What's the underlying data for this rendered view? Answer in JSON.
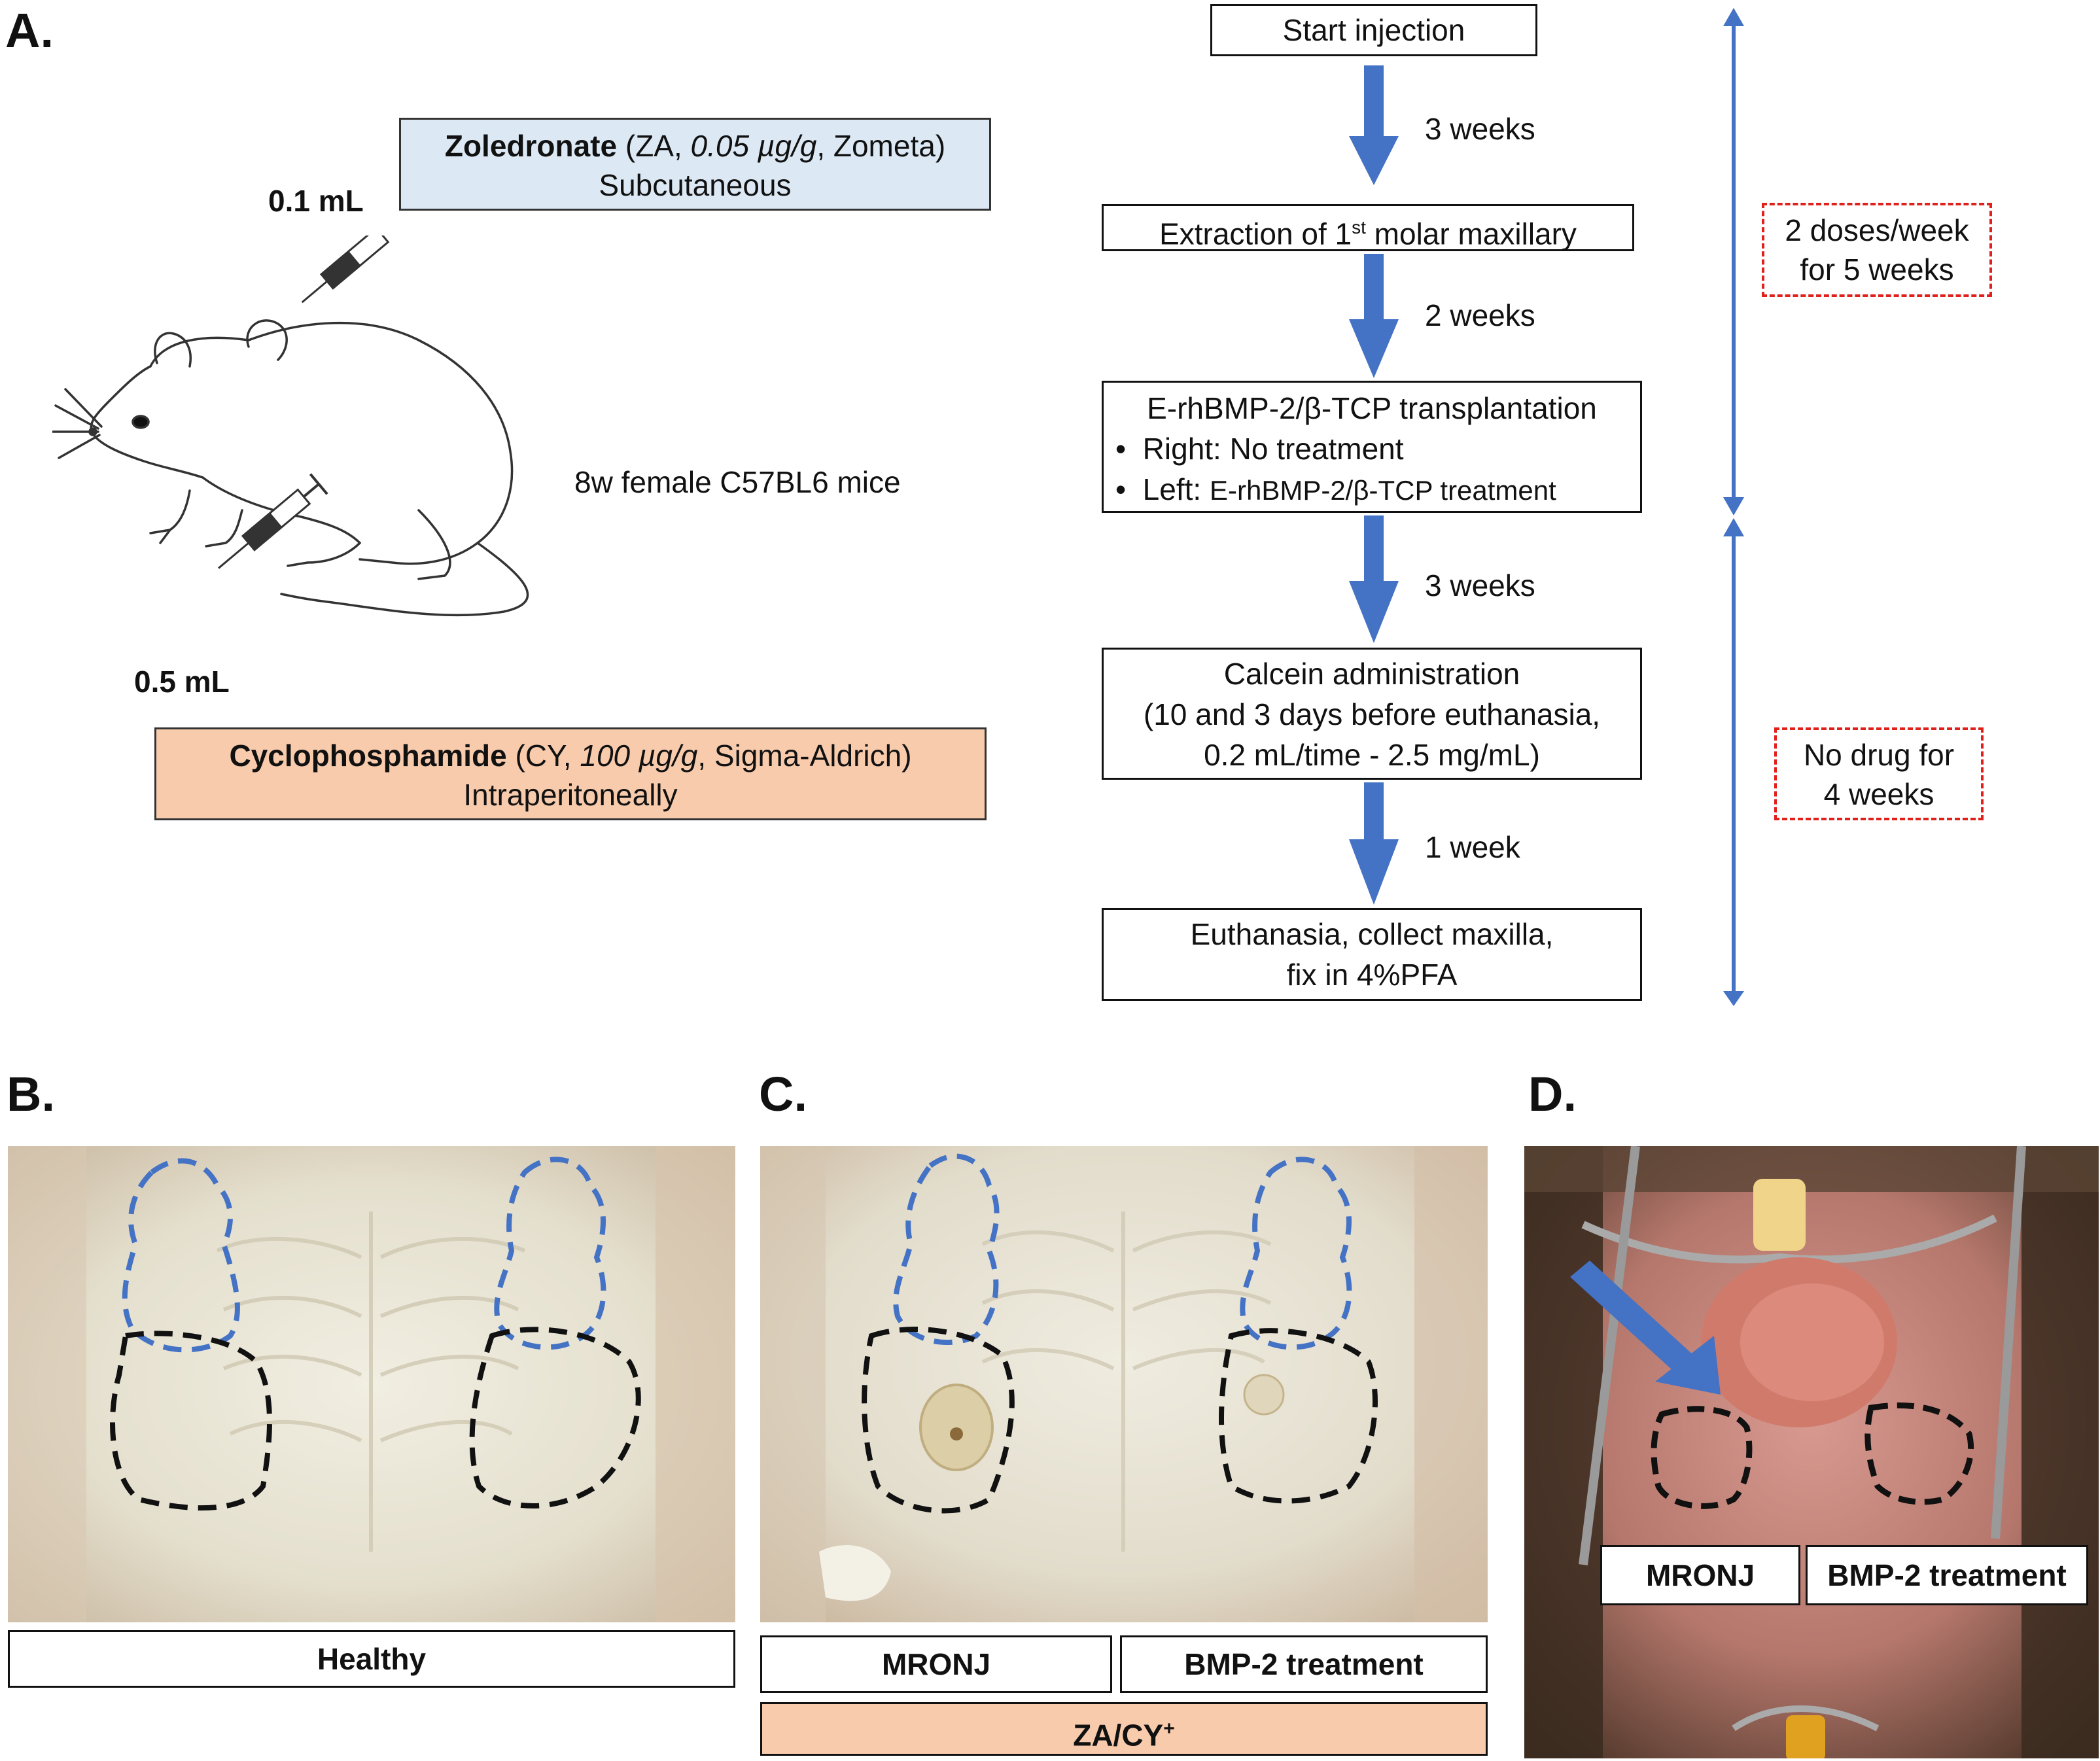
{
  "panels": {
    "a": "A.",
    "b": "B.",
    "c": "C.",
    "d": "D."
  },
  "mouse": {
    "dose_top": "0.1 mL",
    "dose_bottom": "0.5 mL",
    "label": "8w female C57BL6 mice"
  },
  "drugs": {
    "za": {
      "name": "Zoledronate",
      "detail_pre": " (ZA, ",
      "dose": "0.05 µg/g",
      "detail_post": ", Zometa)",
      "route": "Subcutaneous",
      "color": "#dce9f5"
    },
    "cy": {
      "name": "Cyclophosphamide",
      "detail_pre": " (CY, ",
      "dose": "100 µg/g",
      "detail_post": ", Sigma-Aldrich)",
      "route": "Intraperitoneally",
      "color": "#f8cbad"
    }
  },
  "timeline": {
    "step1": "Start injection",
    "interval1": "3 weeks",
    "step2_pre": "Extraction of 1",
    "step2_sup": "st",
    "step2_post": " molar maxillary",
    "interval2": "2 weeks",
    "step3_title": "E-rhBMP-2/β-TCP transplantation",
    "step3_bullet1": "Right: No treatment",
    "step3_bullet2_pre": "Left: ",
    "step3_bullet2_post": "E-rhBMP-2/β-TCP  treatment",
    "interval3": "3 weeks",
    "step4_line1": "Calcein administration",
    "step4_line2": "(10 and 3 days before euthanasia,",
    "step4_line3": "0.2 mL/time - 2.5 mg/mL)",
    "interval4": "1 week",
    "step5_line1": "Euthanasia, collect maxilla,",
    "step5_line2": "fix in 4%PFA",
    "arrow_color": "#4472c4"
  },
  "phases": {
    "dosing_line1": "2 doses/week",
    "dosing_line2": "for 5 weeks",
    "nodrug_line1": "No drug for",
    "nodrug_line2": "4 weeks",
    "dash_color": "#e0201b"
  },
  "labels": {
    "b_healthy": "Healthy",
    "c_mronj": "MRONJ",
    "c_bmp": "BMP-2 treatment",
    "c_group": "ZA/CY",
    "c_group_sup": "+",
    "d_mronj": "MRONJ",
    "d_bmp": "BMP-2 treatment"
  }
}
